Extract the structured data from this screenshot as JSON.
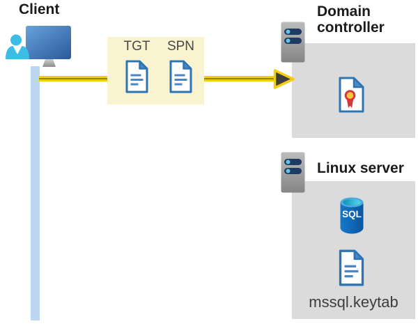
{
  "client": {
    "label": "Client"
  },
  "tickets": {
    "tgt": "TGT",
    "spn": "SPN"
  },
  "domain_controller": {
    "label": "Domain controller"
  },
  "linux_server": {
    "label": "Linux server",
    "sql": "SQL",
    "keytab": "mssql.keytab"
  },
  "colors": {
    "arrow_yellow": "#F2CE0D",
    "arrow_core": "#9A8312",
    "arrowhead_dark": "#3E3E3E",
    "ticket_box_yellow": "#FAF3CF",
    "panel_gray": "#DBDBDB",
    "doc_border_blue": "#2E74B5",
    "doc_fold_blue": "#4A89C7",
    "client_cyan": "#3BBDE5",
    "lifeline_blue": "#BDD7F3",
    "server_bar_navy": "#1F3B61",
    "server_led_cyan": "#5BC9EB",
    "sql_body_blue": "#1173C1",
    "cert_red": "#D6373C",
    "cert_gold": "#FFC53D",
    "text_dark": "#1B1B1B"
  }
}
